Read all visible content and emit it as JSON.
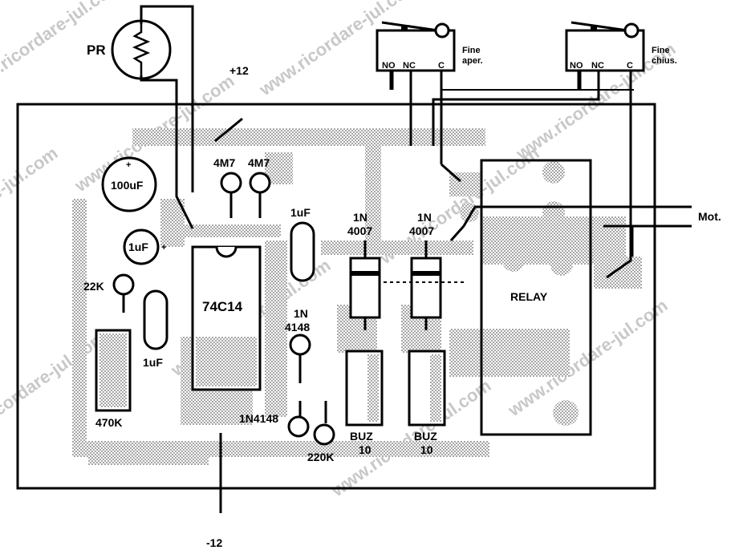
{
  "watermark": "www.ricordare-jul.com",
  "colors": {
    "ink": "#000000",
    "copper": "#bdbdbd",
    "paper": "#ffffff"
  },
  "labels": {
    "photoresistor": "PR",
    "plus12": "+12",
    "minus12": "-12",
    "cap_100uF": "100uF",
    "cap_1uF_pol": "1uF",
    "cap_1uF_a": "1uF",
    "cap_1uF_b": "1uF",
    "res_4M7_a": "4M7",
    "res_4M7_b": "4M7",
    "res_22K": "22K",
    "res_470K": "470K",
    "res_220K": "220K",
    "ic": "74C14",
    "diode_1N_a": "1N",
    "diode_4007_a": "4007",
    "diode_1N_b": "1N",
    "diode_4007_b": "4007",
    "diode_1N_c": "1N",
    "diode_4148_c": "4148",
    "diode_1N4148": "1N4148",
    "mosfet_a_name": "BUZ",
    "mosfet_a_num": "10",
    "mosfet_b_name": "BUZ",
    "mosfet_b_num": "10",
    "relay": "RELAY",
    "motor": "Mot.",
    "sw_open": {
      "no": "NO",
      "nc": "NC",
      "c": "C",
      "title1": "Fine",
      "title2": "aper."
    },
    "sw_close": {
      "no": "NO",
      "nc": "NC",
      "c": "C",
      "title1": "Fine",
      "title2": "chius."
    },
    "plus_sign": "+"
  }
}
